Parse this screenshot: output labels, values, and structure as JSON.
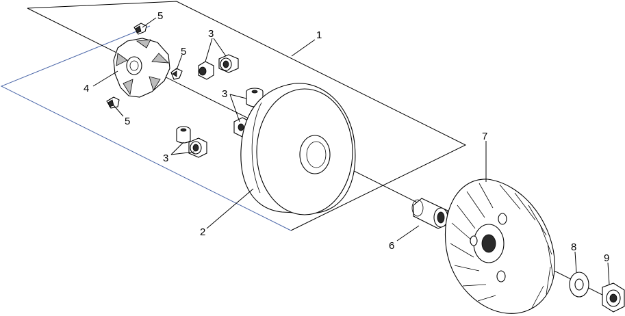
{
  "diagram": {
    "callouts": {
      "c1": "1",
      "c2": "2",
      "c3a": "3",
      "c3b": "3",
      "c3c": "3",
      "c4": "4",
      "c5a": "5",
      "c5b": "5",
      "c5c": "5",
      "c6": "6",
      "c7": "7",
      "c8": "8",
      "c9": "9"
    }
  }
}
